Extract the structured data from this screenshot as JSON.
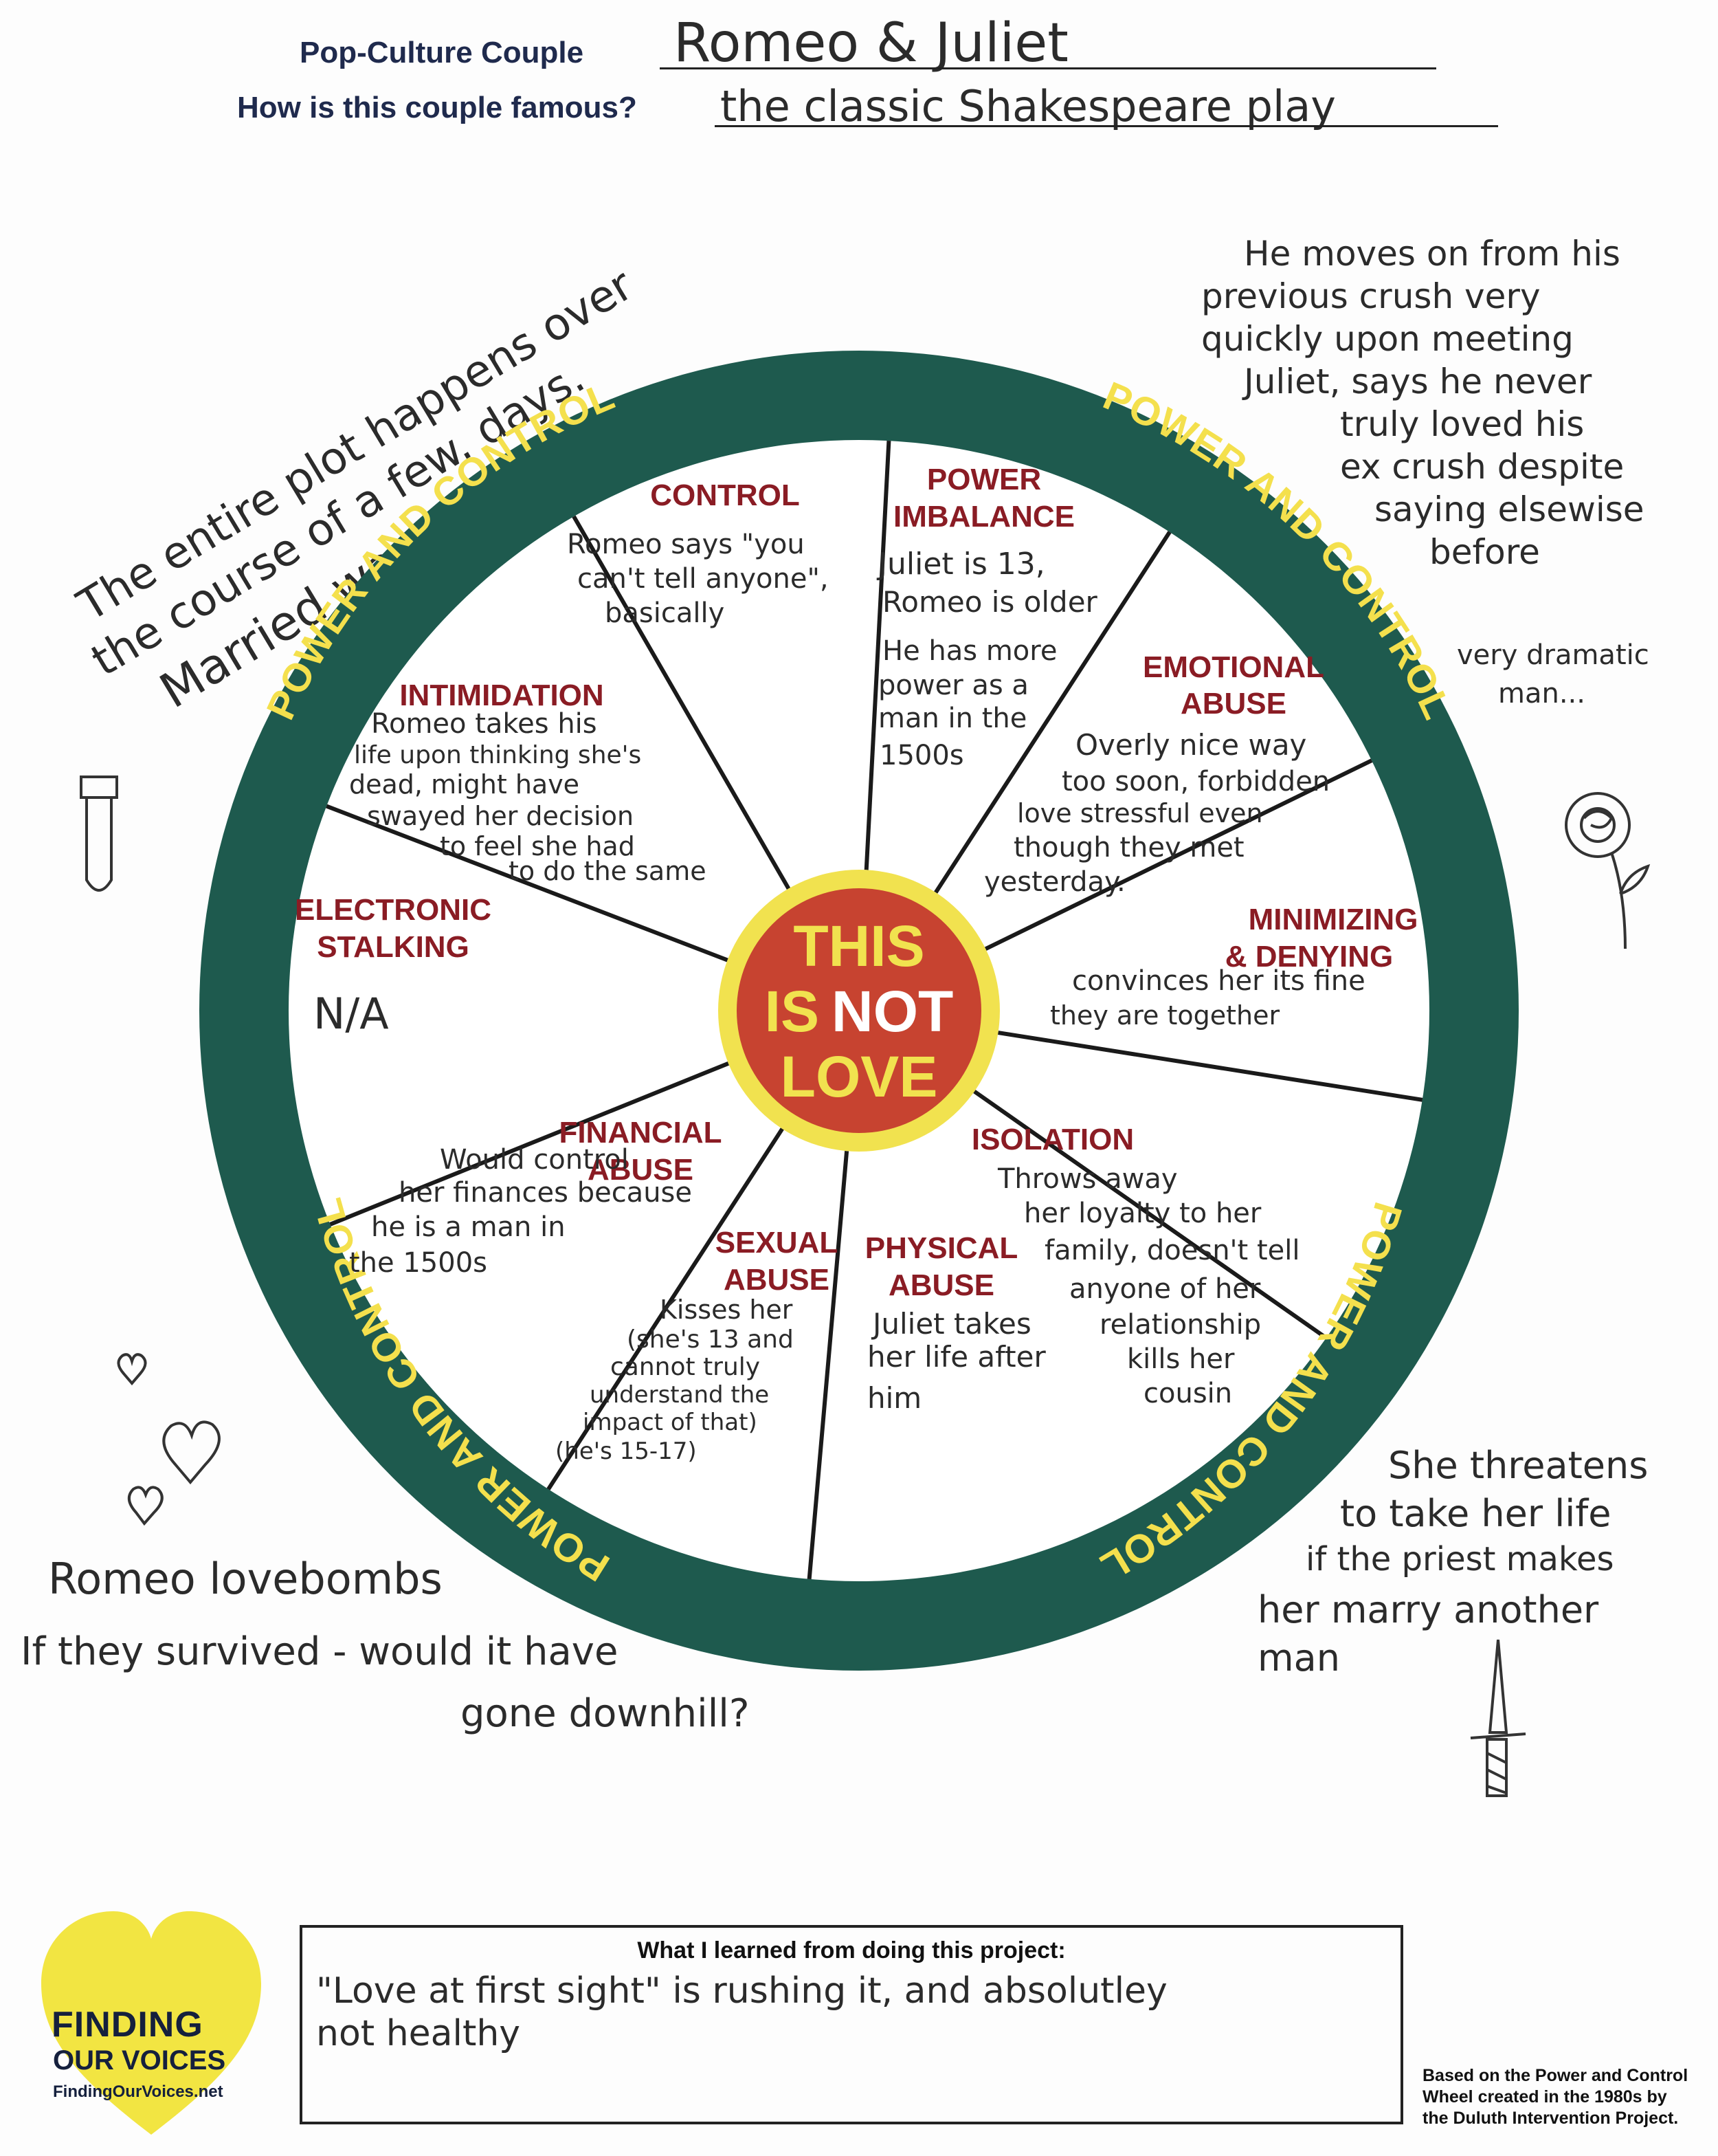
{
  "header": {
    "couple_label": "Pop-Culture Couple",
    "couple_value": "Romeo & Juliet",
    "famous_label": "How is this couple famous?",
    "famous_value": "the classic Shakespeare play"
  },
  "wheel": {
    "ring_text": "POWER AND CONTROL",
    "center": {
      "line1": "THIS",
      "line2a": "IS",
      "line2b": "NOT",
      "line3": "LOVE"
    },
    "segments": [
      {
        "label1": "CONTROL",
        "label2": "",
        "notes": [
          "Romeo says \"you",
          "can't tell anyone\",",
          "basically"
        ]
      },
      {
        "label1": "POWER",
        "label2": "IMBALANCE",
        "notes": [
          "Juliet is 13,",
          "Romeo is older",
          "He has more",
          "power as a",
          "man in the",
          "1500s"
        ]
      },
      {
        "label1": "EMOTIONAL",
        "label2": "ABUSE",
        "notes": [
          "Overly nice way",
          "too soon, forbidden",
          "love stressful even",
          "though they met",
          "yesterday."
        ]
      },
      {
        "label1": "MINIMIZING",
        "label2": "& DENYING",
        "notes": [
          "convinces her its fine",
          "they are together"
        ]
      },
      {
        "label1": "ISOLATION",
        "label2": "",
        "notes": [
          "Throws away",
          "her loyalty to her",
          "family, doesn't tell",
          "anyone of her",
          "relationship",
          "kills her",
          "cousin"
        ]
      },
      {
        "label1": "PHYSICAL",
        "label2": "ABUSE",
        "notes": [
          "Juliet takes",
          "her life after",
          "him"
        ]
      },
      {
        "label1": "SEXUAL",
        "label2": "ABUSE",
        "notes": [
          "Kisses her",
          "(she's 13 and",
          "cannot truly",
          "understand the",
          "impact of that)",
          "(he's 15-17)"
        ]
      },
      {
        "label1": "FINANCIAL",
        "label2": "ABUSE",
        "notes": [
          "Would control",
          "her finances because",
          "he is a man in",
          "the 1500s"
        ]
      },
      {
        "label1": "ELECTRONIC",
        "label2": "STALKING",
        "notes": [
          "N/A"
        ]
      },
      {
        "label1": "INTIMIDATION",
        "label2": "",
        "notes": [
          "Romeo takes his",
          "life upon thinking she's",
          "dead, might have",
          "swayed her decision",
          "to feel she had",
          "to do the same"
        ]
      }
    ]
  },
  "margin_notes": {
    "top_left": [
      "The entire plot happens over",
      "the course of a few. days.",
      "Married way too quick!"
    ],
    "top_right": [
      "He moves on from his",
      "previous crush very",
      "quickly upon meeting",
      "Juliet, says he never",
      "truly loved his",
      "ex crush despite",
      "saying elsewise",
      "before"
    ],
    "dramatic": [
      "very dramatic",
      "man..."
    ],
    "bottom_left": [
      "Romeo lovebombs",
      "If they survived - would it have",
      "gone downhill?"
    ],
    "bottom_right": [
      "She threatens",
      "to take her life",
      "if the priest makes",
      "her marry another",
      "man"
    ]
  },
  "learned": {
    "title": "What I learned from doing this project:",
    "line1": "\"Love at first sight\" is rushing it, and absolutley",
    "line2": "not healthy"
  },
  "logo": {
    "line1": "FINDING",
    "line2": "OUR VOICES",
    "url": "FindingOurVoices.net",
    "color": "#f2e542"
  },
  "credit": "Based on the Power and Control Wheel created in the 1980s by the Duluth Intervention Project.",
  "colors": {
    "ring": "#1e5a4e",
    "ring_text": "#f4e04d",
    "label": "#8a1c24",
    "center_red": "#c74330",
    "center_yellow": "#f1e24f"
  }
}
